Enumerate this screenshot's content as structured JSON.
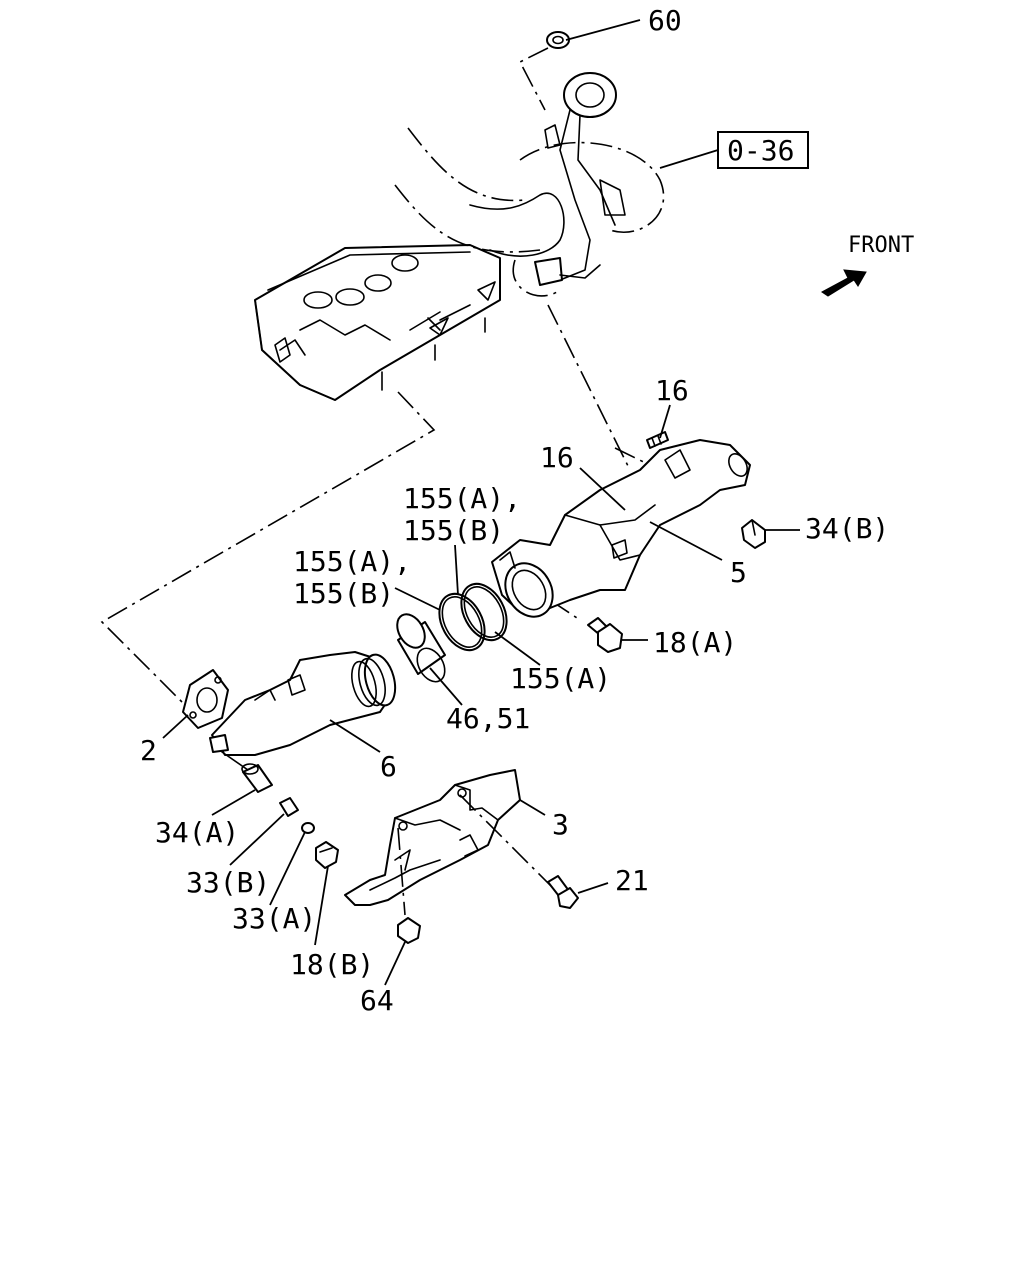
{
  "diagram": {
    "front_label": "FRONT",
    "ref_box": "0-36",
    "callouts": {
      "p60": "60",
      "p16a": "16",
      "p16b": "16",
      "p155ab_1a": "155(A),",
      "p155ab_1b": "155(B)",
      "p155ab_2a": "155(A),",
      "p155ab_2b": "155(B)",
      "p34b": "34(B)",
      "p5": "5",
      "p18a": "18(A)",
      "p155a": "155(A)",
      "p4651": "46,51",
      "p2": "2",
      "p6": "6",
      "p3": "3",
      "p34a": "34(A)",
      "p33b": "33(B)",
      "p33a": "33(A)",
      "p21": "21",
      "p18b": "18(B)",
      "p64": "64"
    }
  }
}
